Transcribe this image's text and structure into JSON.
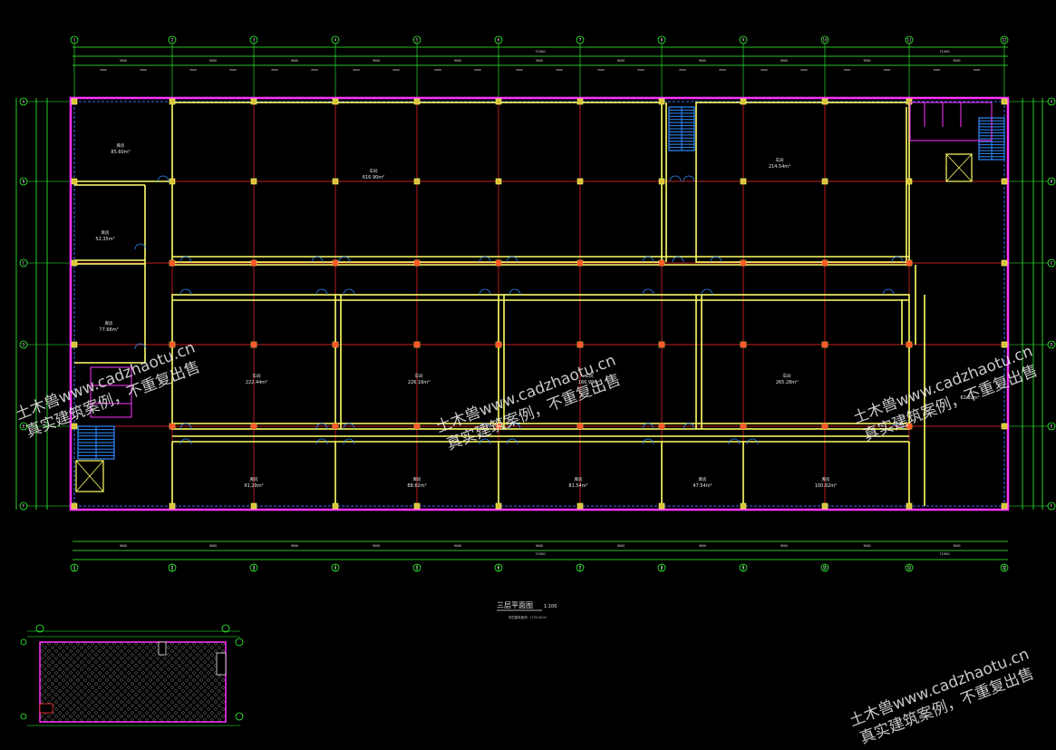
{
  "drawing": {
    "main_plan_title": "三层平面图",
    "main_plan_scale": "1:100",
    "main_plan_note": "本层建筑面积: 1730.00m²",
    "overall_dimension": "71000",
    "bay_dimension": "9000",
    "inner_dimension": "4500",
    "rooms_top": [
      {
        "name": "库房",
        "area": "85.60m²"
      },
      {
        "name": "车间",
        "area": "616.90m²"
      },
      {
        "name": "车间",
        "area": "214.54m²"
      }
    ],
    "rooms_left": [
      {
        "name": "库房",
        "area": "52.35m²"
      },
      {
        "name": "库房",
        "area": "77.68m²"
      }
    ],
    "rooms_middle": [
      {
        "name": "车间",
        "area": "222.44m²"
      },
      {
        "name": "车间",
        "area": "226.16m²"
      },
      {
        "name": "车间",
        "area": "166.99m²"
      },
      {
        "name": "车间",
        "area": "265.28m²"
      }
    ],
    "rooms_bottom": [
      {
        "name": "库房",
        "area": "91.29m²"
      },
      {
        "name": "库房",
        "area": "88.62m²"
      },
      {
        "name": "库房",
        "area": "81.54m²"
      },
      {
        "name": "库房",
        "area": "47.54m²"
      },
      {
        "name": "库房",
        "area": "100.62m²"
      }
    ],
    "right_area_label": "82.92m²",
    "axis_labels_top": [
      "1",
      "2",
      "3",
      "4",
      "5",
      "6",
      "7",
      "8",
      "9",
      "10",
      "11",
      "12"
    ],
    "axis_labels_side": [
      "A",
      "B",
      "C",
      "D",
      "E",
      "F"
    ],
    "colors": {
      "wall": "#ffff66",
      "grid": "#ff2a2a",
      "outline": "#ff33ff",
      "dimension": "#33ff33",
      "stair": "#2f8cff",
      "text": "#e8e8e8"
    }
  },
  "watermark": {
    "line1": "土木兽www.cadzhaotu.cn",
    "line2": "真实建筑案例，不重复出售"
  }
}
